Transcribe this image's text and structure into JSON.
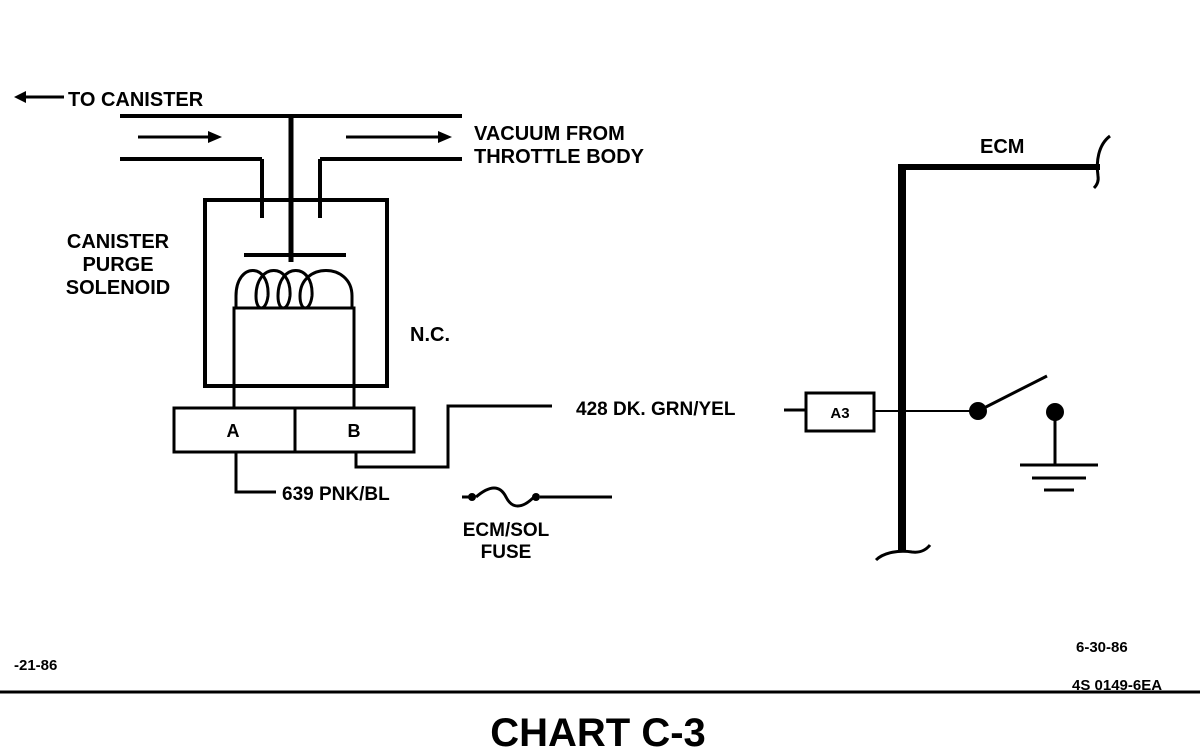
{
  "labels": {
    "to_canister": "TO CANISTER",
    "vacuum_line1": "VACUUM FROM",
    "vacuum_line2": "THROTTLE BODY",
    "solenoid_line1": "CANISTER",
    "solenoid_line2": "PURGE",
    "solenoid_line3": "SOLENOID",
    "nc": "N.C.",
    "terminal_a": "A",
    "terminal_b": "B",
    "wire_428": "428 DK. GRN/YEL",
    "wire_639": "639 PNK/BL",
    "fuse_line1": "ECM/SOL",
    "fuse_line2": "FUSE",
    "ecm": "ECM",
    "connector_a3": "A3",
    "date_left": "-21-86",
    "date_right": "6-30-86",
    "ref_code": "4S 0149-6EA",
    "chart_title": "CHART C-3"
  }
}
